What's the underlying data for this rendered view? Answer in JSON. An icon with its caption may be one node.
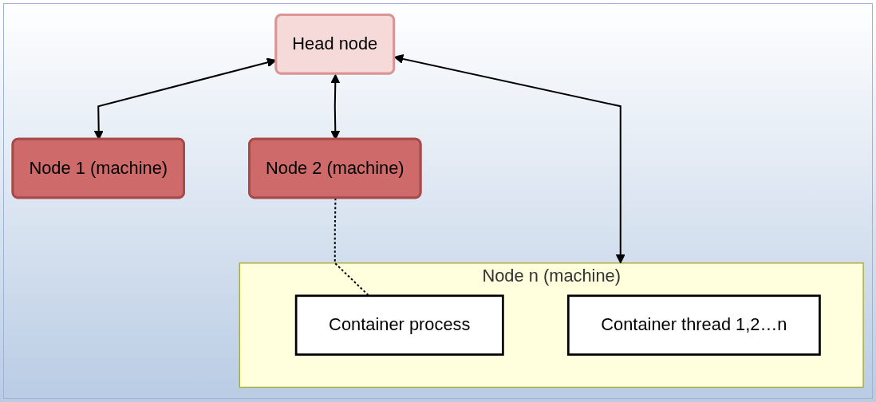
{
  "diagram": {
    "nodes": [
      {
        "text": [
          "Head node"
        ]
      },
      {
        "text": [
          "Node 1 (machine)"
        ]
      },
      {
        "text": [
          "Node 2 (machine)"
        ]
      },
      {
        "text": [
          "Node n (machine)"
        ]
      },
      {
        "text": [
          "Container process"
        ],
        "in": 3
      },
      {
        "text": [
          "Container thread 1,2…n"
        ],
        "in": 3
      }
    ],
    "edges": [
      {
        "from": 0,
        "to": 1,
        "arrow": "both"
      },
      {
        "from": 0,
        "to": 2,
        "arrow": "both"
      },
      {
        "from": 0,
        "to": 3,
        "arrow": "both"
      },
      {
        "from": 2,
        "to": 4,
        "arrow": "none",
        "style": "dashed"
      }
    ]
  }
}
